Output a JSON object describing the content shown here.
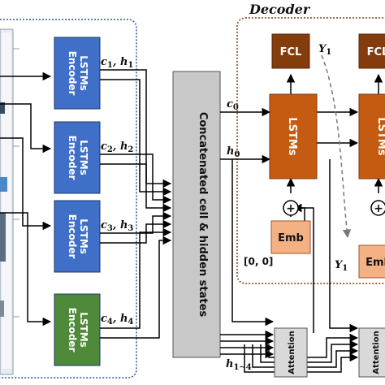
{
  "decoder_title": "Decoder",
  "encoders": [
    {
      "line1": "LSTMs",
      "line2": "Encoder",
      "c": "c",
      "h": "h",
      "idx": "1",
      "color": "#3f6fc6"
    },
    {
      "line1": "LSTMs",
      "line2": "Encoder",
      "c": "c",
      "h": "h",
      "idx": "2",
      "color": "#3f6fc6"
    },
    {
      "line1": "LSTMs",
      "line2": "Encoder",
      "c": "c",
      "h": "h",
      "idx": "3",
      "color": "#3f6fc6"
    },
    {
      "line1": "LSTMs",
      "line2": "Encoder",
      "c": "c",
      "h": "h",
      "idx": "4",
      "color": "#4e8a3a"
    }
  ],
  "concat_label": "Concatenated cell & hidden states",
  "c0": {
    "sym": "c",
    "idx": "0"
  },
  "h0": {
    "sym": "h",
    "idx": "0"
  },
  "h_all": {
    "sym": "h",
    "idx": "1∼4"
  },
  "decoder": {
    "fcl_label": "FCL",
    "lstm_label": "LSTMs",
    "emb_label": "Emb",
    "y1": {
      "sym": "Y",
      "idx": "1"
    },
    "zero_input": "[0, 0]",
    "plus": "+",
    "attention_label": "Attention"
  },
  "colors": {
    "encoder_blue": "#3f6fc6",
    "encoder_green": "#4e8a3a",
    "concat_gray": "#c8c8c8",
    "lstm_orange": "#c55a11",
    "fcl_brown": "#843c0c",
    "emb_peach": "#f4b183",
    "attention_gray": "#d9d9d9",
    "encoder_frame": "#2f5597",
    "decoder_frame": "#843c0c"
  }
}
